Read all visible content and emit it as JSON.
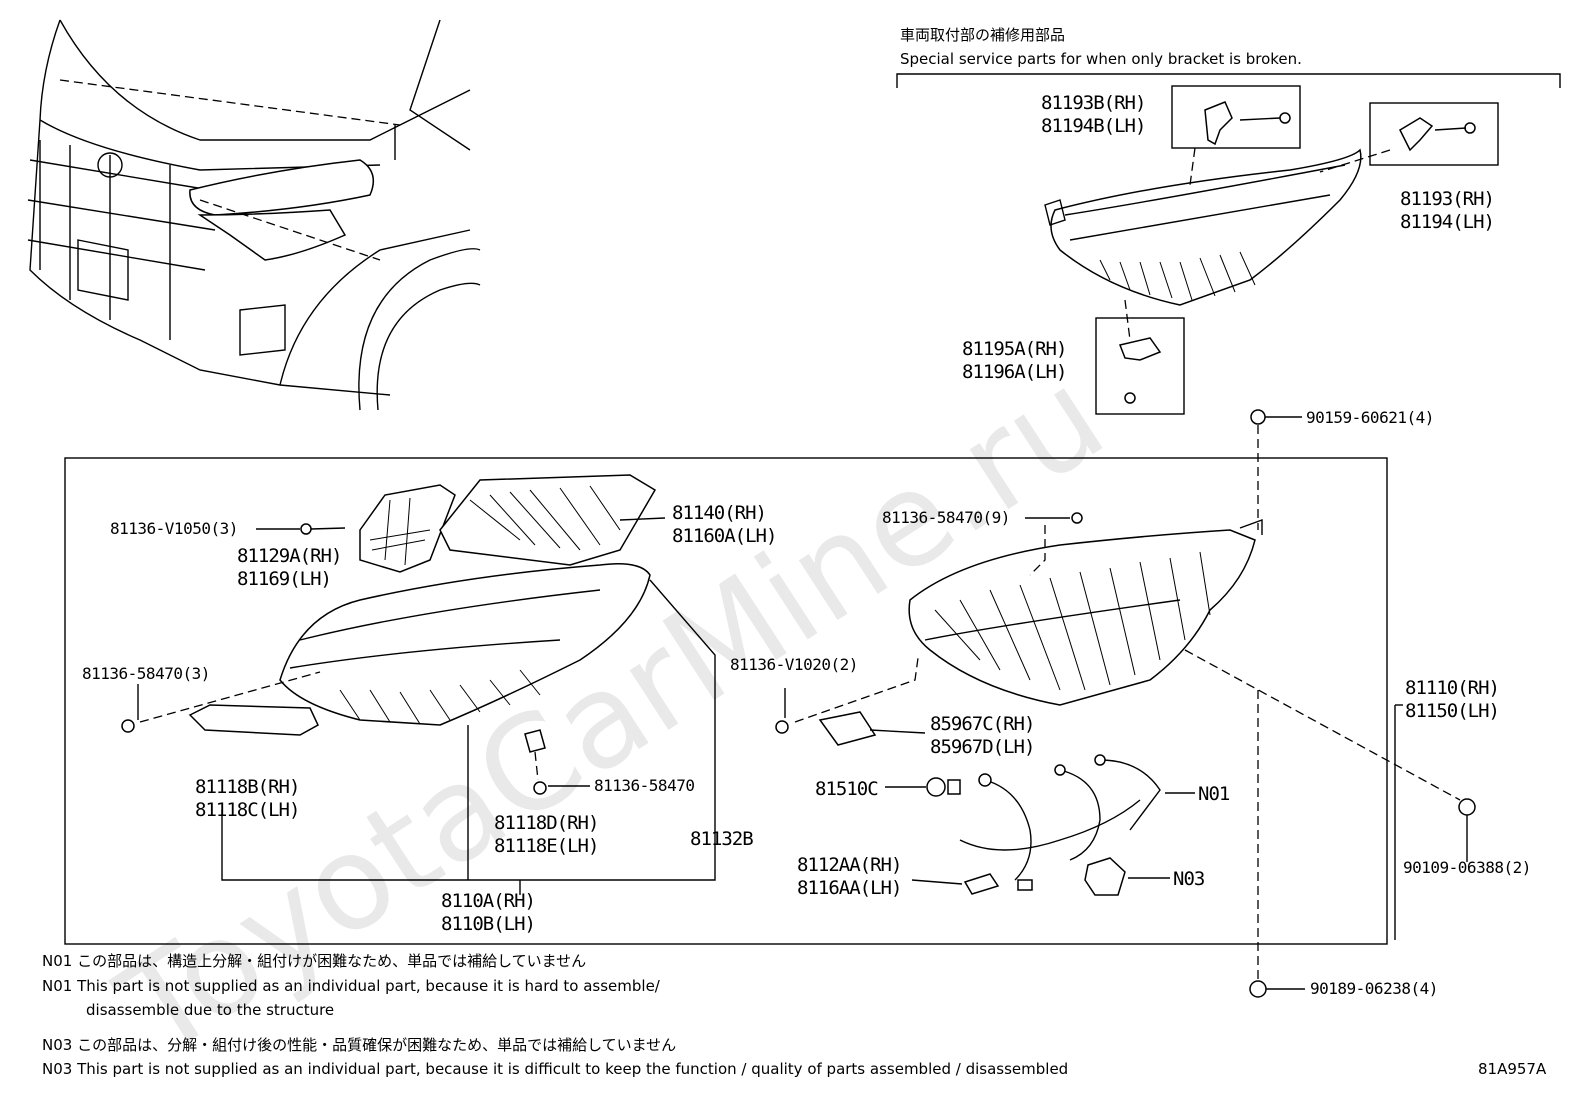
{
  "watermark": "ToyotaCarMine.ru",
  "header": {
    "jp": "車両取付部の補修用部品",
    "en": "Special service parts for when only bracket is broken."
  },
  "labels": {
    "p81193B": "81193B(RH)",
    "p81194B": "81194B(LH)",
    "p81193": "81193(RH)",
    "p81194": "81194(LH)",
    "p81195A": "81195A(RH)",
    "p81196A": "81196A(LH)",
    "p90159": "90159-60621(4)",
    "p81136_V1050": "81136-V1050(3)",
    "p81129A": "81129A(RH)",
    "p81169": "81169(LH)",
    "p81140": "81140(RH)",
    "p81160A": "81160A(LH)",
    "p81136_58470_9": "81136-58470(9)",
    "p81136_58470_3": "81136-58470(3)",
    "p81136_V1020": "81136-V1020(2)",
    "p81110": "81110(RH)",
    "p81150": "81150(LH)",
    "p85967C": "85967C(RH)",
    "p85967D": "85967D(LH)",
    "p81136_58470": "81136-58470",
    "p81118B": "81118B(RH)",
    "p81118C": "81118C(LH)",
    "p81118D": "81118D(RH)",
    "p81118E": "81118E(LH)",
    "p81132B": "81132B",
    "p8110A": "8110A(RH)",
    "p8110B": "8110B(LH)",
    "p81510C": "81510C",
    "pN01": "N01",
    "pN03": "N03",
    "p8112AA": "8112AA(RH)",
    "p8116AA": "8116AA(LH)",
    "p90109": "90109-06388(2)",
    "p90189": "90189-06238(4)"
  },
  "notes": {
    "n01_jp": "N01 この部品は、構造上分解・組付けが困難なため、単品では補給していません",
    "n01_en1": "N01 This part is not supplied as an individual part, because it is hard to assemble/",
    "n01_en2": "disassemble due to the structure",
    "n03_jp": "N03 この部品は、分解・組付け後の性能・品質確保が困難なため、単品では補給していません",
    "n03_en": "N03 This part is not supplied as an individual part, because it is difficult to keep the function / quality of parts assembled / disassembled"
  },
  "diagram_code": "81A957A"
}
